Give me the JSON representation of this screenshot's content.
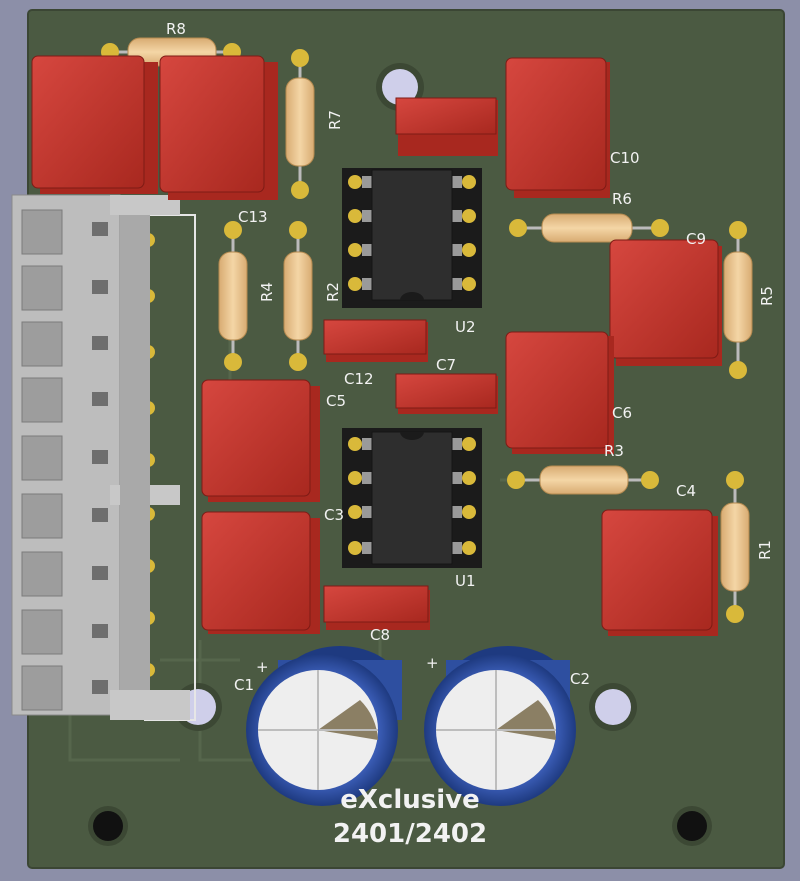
{
  "board": {
    "silkscreen": {
      "line1": "eXclusive",
      "line2": "2401/2402",
      "polarity_c1": "+",
      "polarity_c2": "+"
    },
    "colors": {
      "background": "#8c8fa8",
      "board": "#4b5a42",
      "capacitor_box": "#c43730",
      "resistor_body": "#e8c38c",
      "ic_body": "#2a2a2a",
      "electrolytic": "#2e4fa0",
      "connector": "#c8c8c8"
    }
  },
  "components": {
    "resistors": [
      {
        "ref": "R8"
      },
      {
        "ref": "R7"
      },
      {
        "ref": "R6"
      },
      {
        "ref": "R5"
      },
      {
        "ref": "R4"
      },
      {
        "ref": "R2"
      },
      {
        "ref": "R3"
      },
      {
        "ref": "R1"
      }
    ],
    "film_caps": [
      {
        "ref": "C13"
      },
      {
        "ref": "C10"
      },
      {
        "ref": "C9"
      },
      {
        "ref": "C5"
      },
      {
        "ref": "C6"
      },
      {
        "ref": "C3"
      },
      {
        "ref": "C4"
      },
      {
        "ref": "C12"
      },
      {
        "ref": "C7"
      },
      {
        "ref": "C8"
      }
    ],
    "ics": [
      {
        "ref": "U2"
      },
      {
        "ref": "U1"
      }
    ],
    "electrolytics": [
      {
        "ref": "C1"
      },
      {
        "ref": "C2"
      }
    ]
  }
}
